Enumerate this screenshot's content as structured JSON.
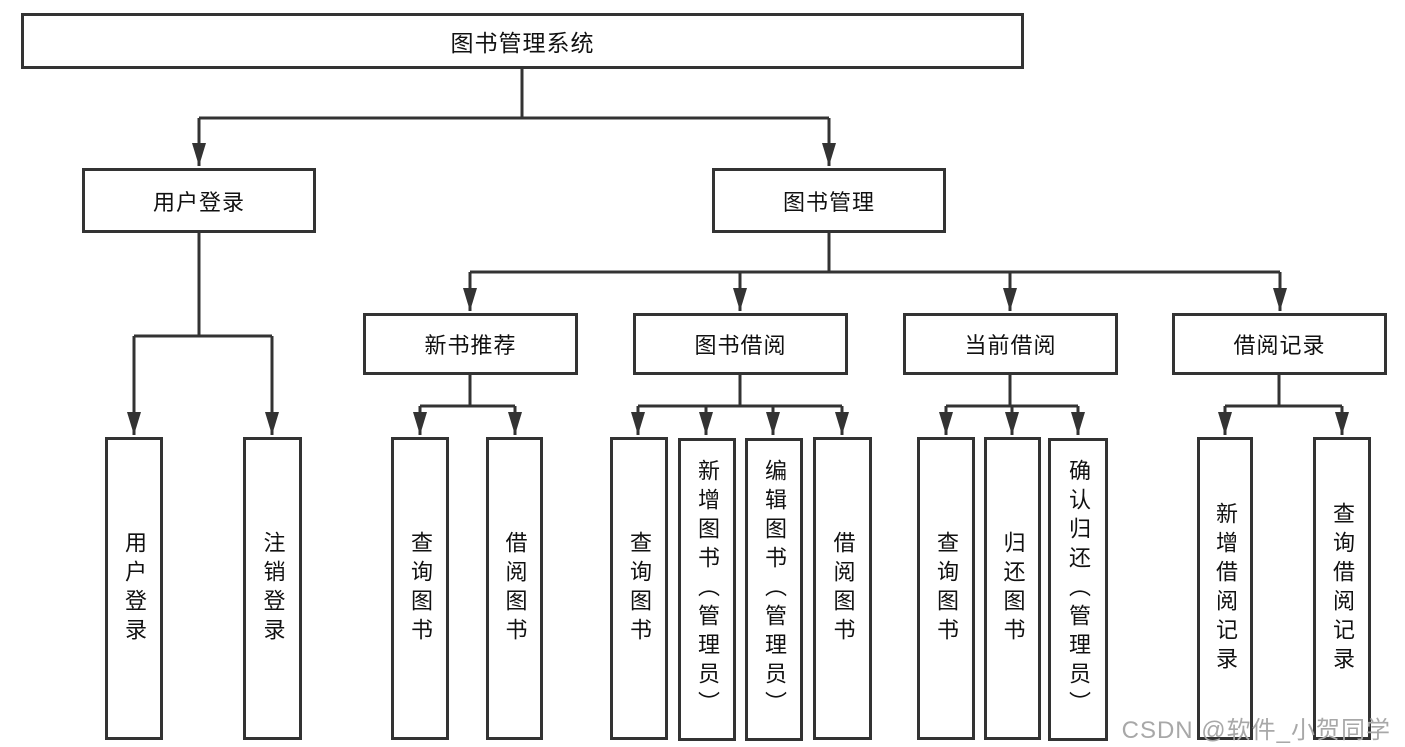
{
  "colors": {
    "line": "#333333",
    "text": "#111111",
    "watermark": "#a8a8a8"
  },
  "watermark": "CSDN @软件_小贺同学",
  "tree": {
    "label": "图书管理系统",
    "children": [
      {
        "label": "用户登录",
        "children": [
          {
            "label": "用户登录"
          },
          {
            "label": "注销登录"
          }
        ]
      },
      {
        "label": "图书管理",
        "children": [
          {
            "label": "新书推荐",
            "children": [
              {
                "label": "查询图书"
              },
              {
                "label": "借阅图书"
              }
            ]
          },
          {
            "label": "图书借阅",
            "children": [
              {
                "label": "查询图书"
              },
              {
                "label": "新增图书（管理员）"
              },
              {
                "label": "编辑图书（管理员）"
              },
              {
                "label": "借阅图书"
              }
            ]
          },
          {
            "label": "当前借阅",
            "children": [
              {
                "label": "查询图书"
              },
              {
                "label": "归还图书"
              },
              {
                "label": "确认归还（管理员）"
              }
            ]
          },
          {
            "label": "借阅记录",
            "children": [
              {
                "label": "新增借阅记录"
              },
              {
                "label": "查询借阅记录"
              }
            ]
          }
        ]
      }
    ]
  }
}
